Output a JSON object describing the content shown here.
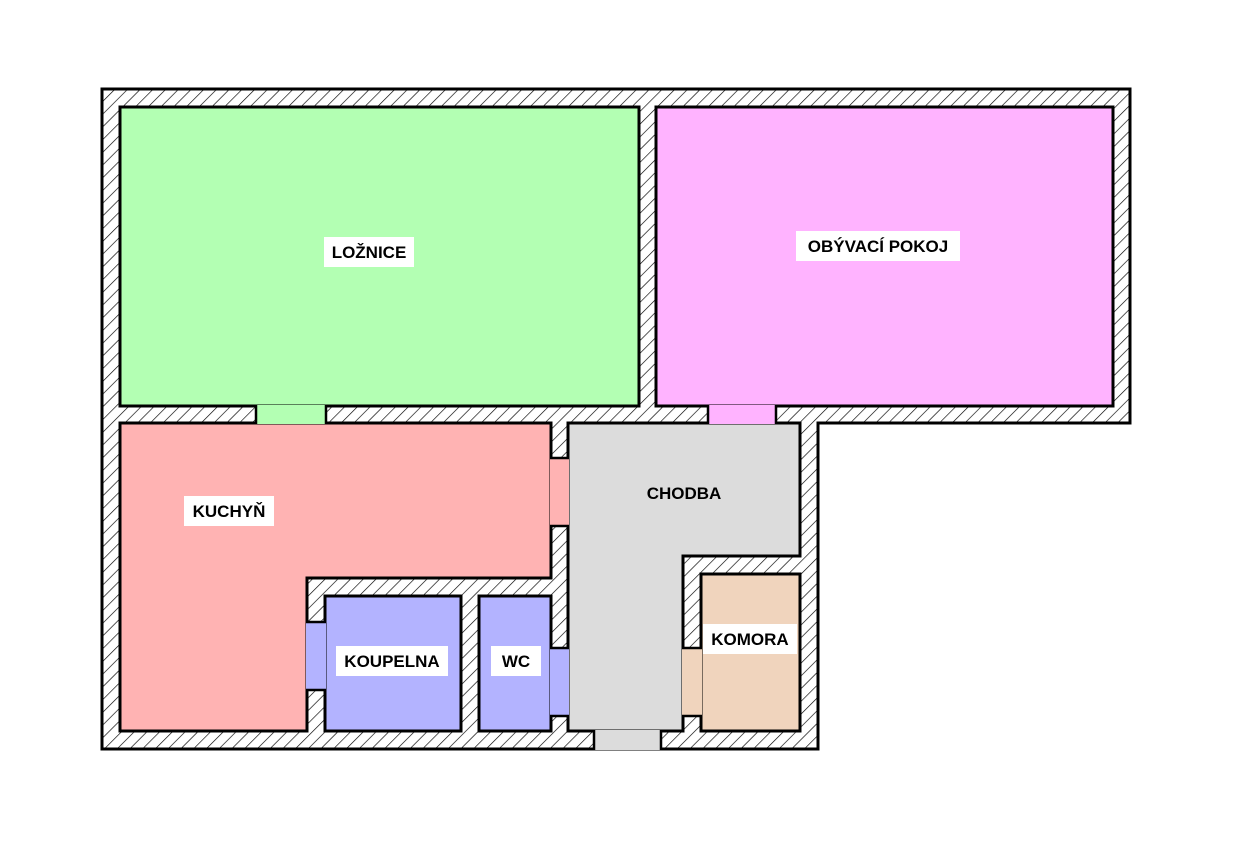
{
  "colors": {
    "wall_hatch": "#000000",
    "wall_bg": "#ffffff",
    "loznice": "#b3ffb3",
    "obyvaci_pokoj": "#ffb3ff",
    "kuchyn": "#ffb3b3",
    "chodba": "#dcdcdc",
    "koupelna": "#b3b3ff",
    "wc": "#b3b3ff",
    "komora": "#f0d4bd",
    "label_bg": "#ffffff"
  },
  "rooms": {
    "loznice": "LOŽNICE",
    "obyvaci_pokoj": "OBÝVACÍ POKOJ",
    "kuchyn": "KUCHYŇ",
    "chodba": "CHODBA",
    "koupelna": "KOUPELNA",
    "wc": "WC",
    "komora": "KOMORA"
  }
}
